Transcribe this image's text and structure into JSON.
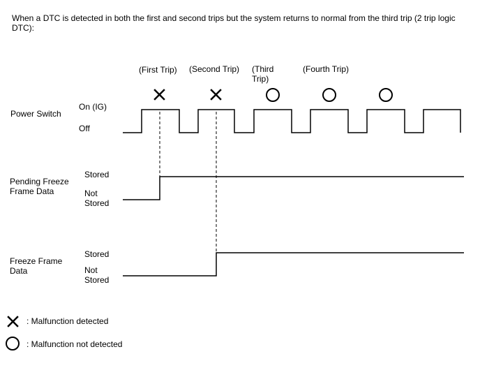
{
  "caption": "When a DTC  is detected in both the first and second trips but the system returns to normal from the third trip (2 trip logic DTC):",
  "trips": {
    "first": "(First Trip)",
    "second": "(Second Trip)",
    "third_line1": "(Third",
    "third_line2": "Trip)",
    "fourth": "(Fourth Trip)"
  },
  "rows": {
    "power_switch": {
      "label": "Power Switch",
      "high": "On (IG)",
      "low": "Off"
    },
    "pending_freeze": {
      "label_line1": "Pending Freeze",
      "label_line2": "Frame Data",
      "high": "Stored",
      "low_line1": "Not",
      "low_line2": "Stored"
    },
    "freeze_frame": {
      "label_line1": "Freeze Frame",
      "label_line2": "Data",
      "high": "Stored",
      "low_line1": "Not",
      "low_line2": "Stored"
    }
  },
  "trip_results": [
    "malfunction-detected",
    "malfunction-detected",
    "malfunction-not-detected",
    "malfunction-not-detected",
    "malfunction-not-detected"
  ],
  "legend": {
    "cross_text": ": Malfunction detected",
    "circle_text": ": Malfunction not detected"
  }
}
